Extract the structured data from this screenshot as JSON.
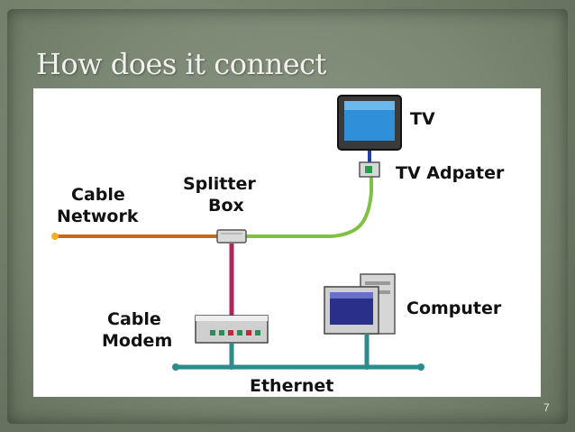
{
  "slide": {
    "title": "How does it connect",
    "page_number": "7"
  },
  "diagram": {
    "labels": {
      "tv": "TV",
      "tv_adapter": "TV Adpater",
      "splitter_line1": "Splitter",
      "splitter_line2": "Box",
      "cable_network_line1": "Cable",
      "cable_network_line2": "Network",
      "cable_modem_line1": "Cable",
      "cable_modem_line2": "Modem",
      "computer": "Computer",
      "ethernet": "Ethernet"
    },
    "colors": {
      "cable_network_line": "#c8691a",
      "splitter_to_tv_line": "#7fc241",
      "splitter_to_modem_line": "#b0245a",
      "tv_adapter_to_tv_line": "#2340a8",
      "ethernet_bus": "#2e8b8b",
      "tv_screen": "#2f8fd8",
      "computer_screen": "#2a2f8a"
    }
  }
}
